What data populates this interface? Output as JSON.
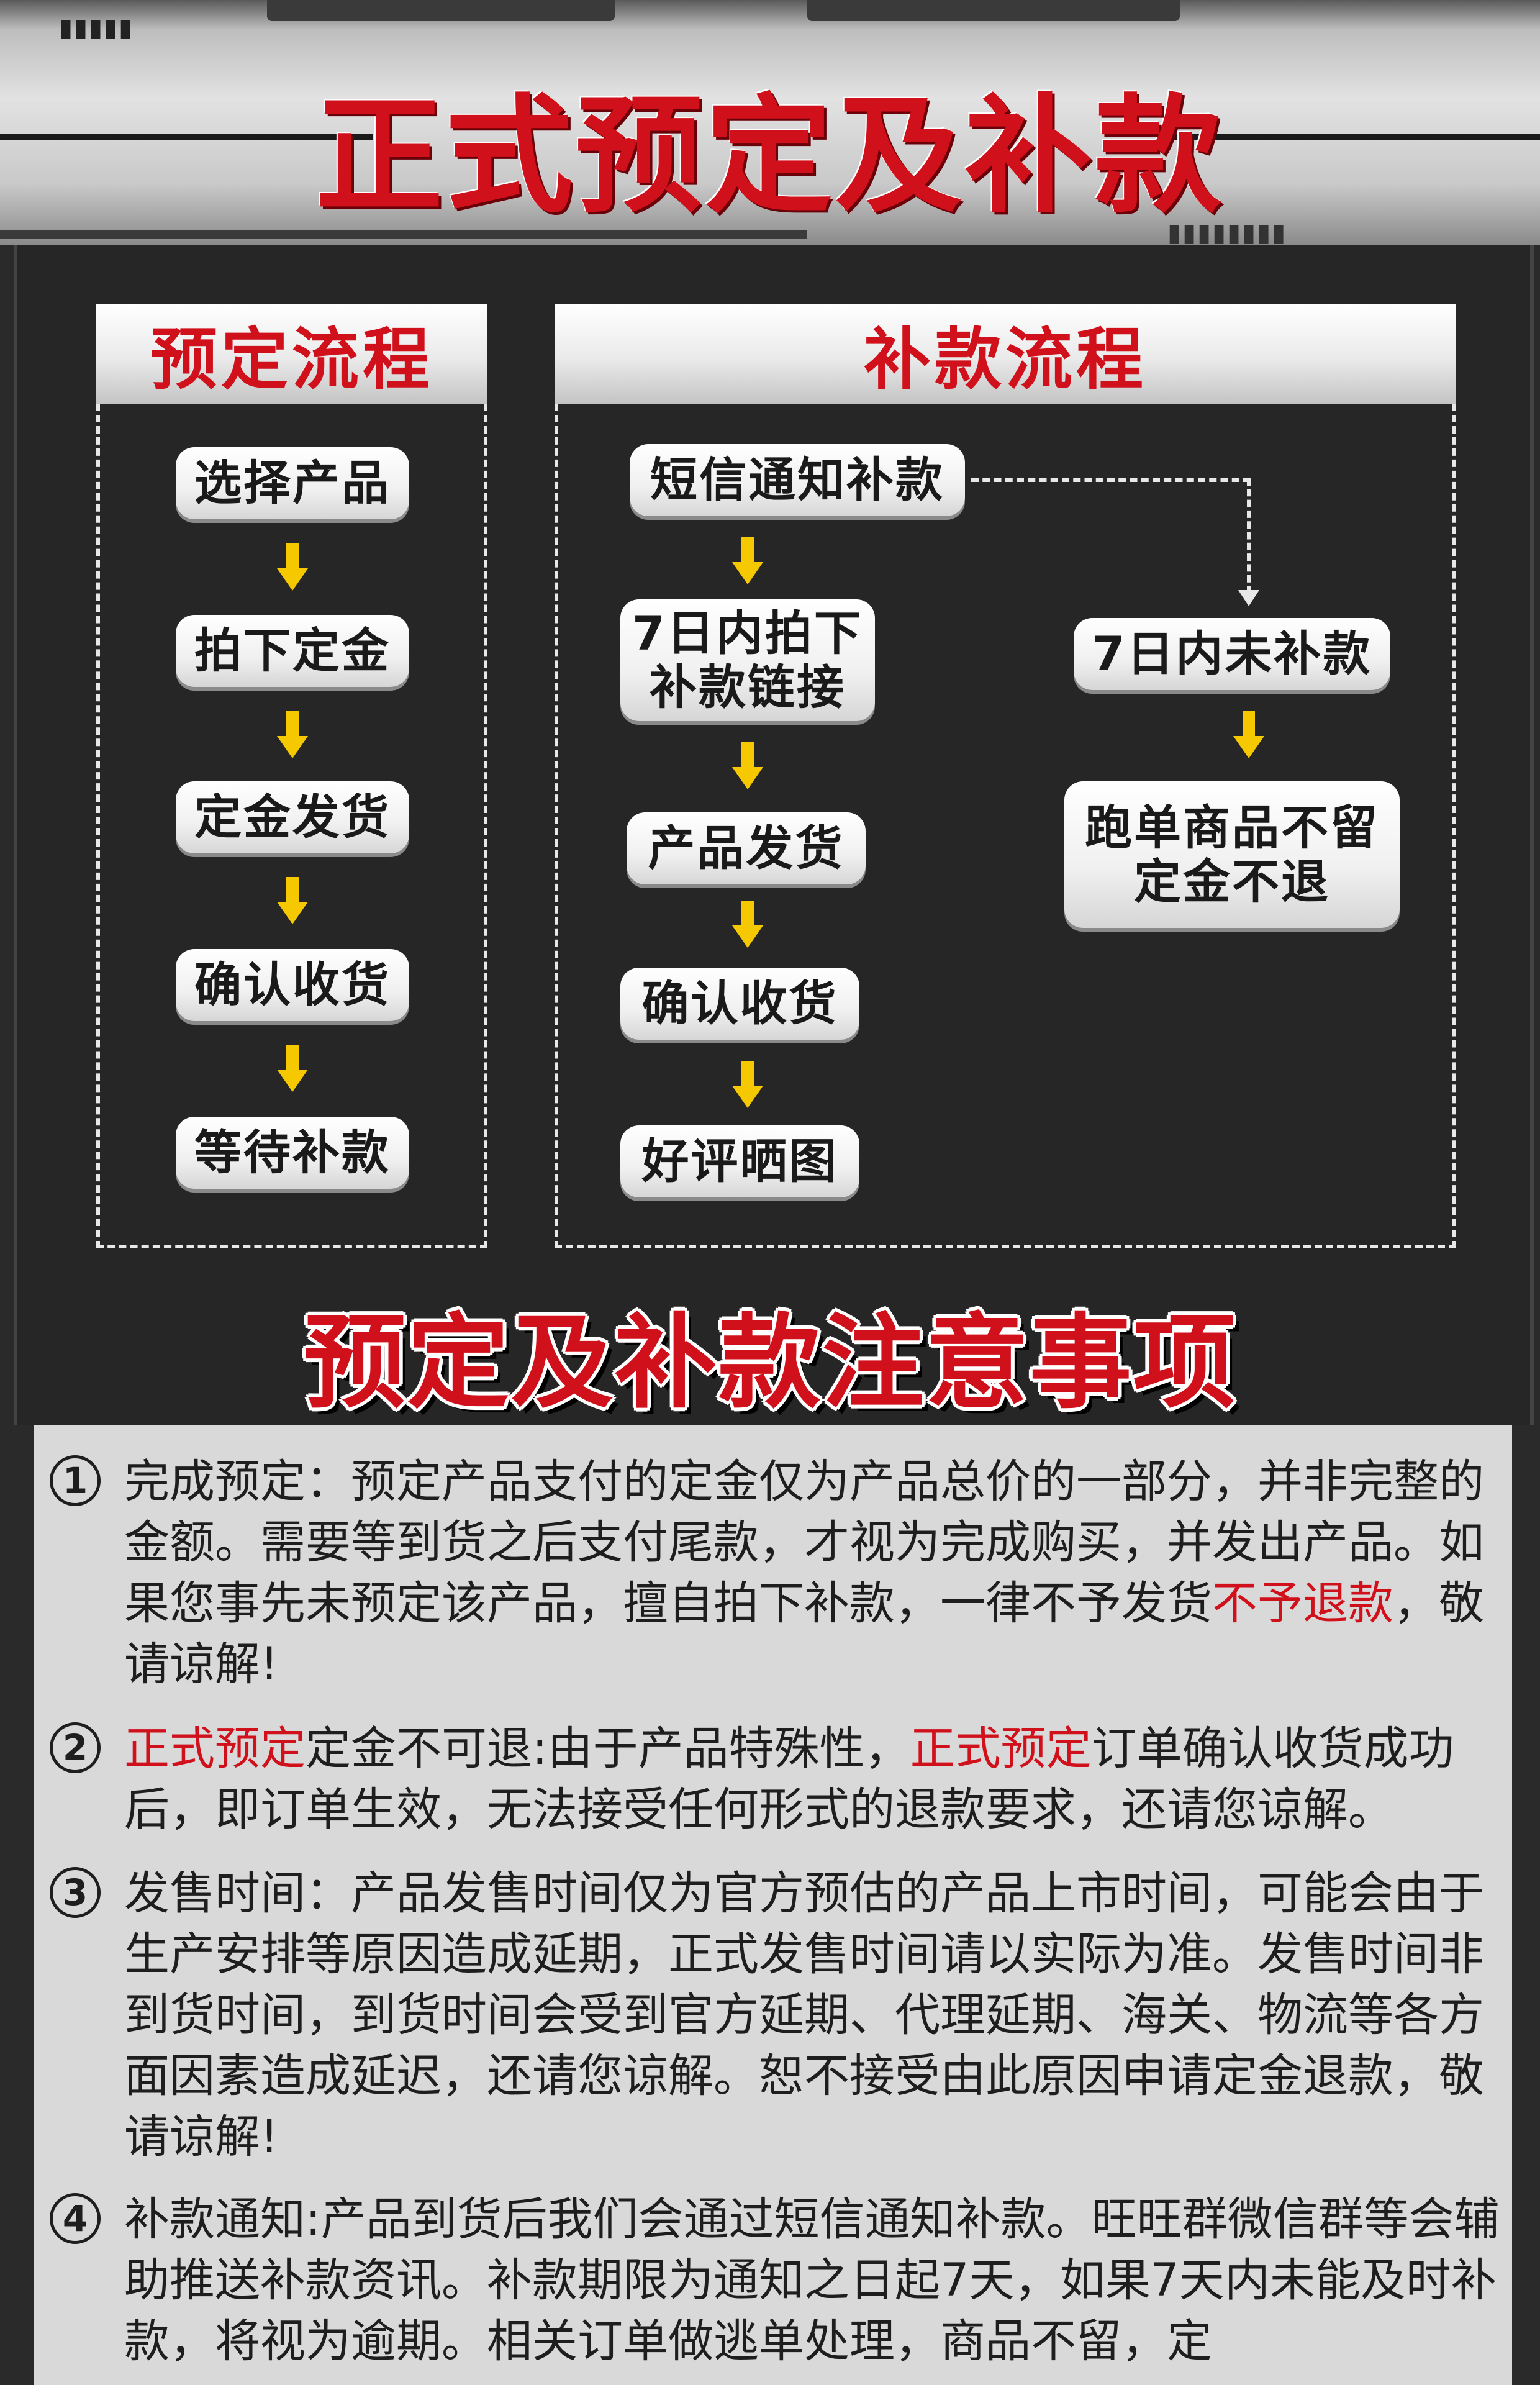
{
  "header": {
    "title": "正式预定及补款"
  },
  "deposit_flow": {
    "title": "预定流程",
    "steps": [
      "选择产品",
      "拍下定金",
      "定金发货",
      "确认收货",
      "等待补款"
    ]
  },
  "balance_flow": {
    "title": "补款流程",
    "steps": [
      "短信通知补款",
      "7日内拍下\n补款链接",
      "产品发货",
      "确认收货",
      "好评晒图"
    ],
    "branch": [
      "7日内未补款",
      "跑单商品不留\n定金不退"
    ]
  },
  "notice": {
    "title": "预定及补款注意事项",
    "items": [
      {
        "num": "1",
        "text_a": "完成预定：预定产品支付的定金仅为产品总价的一部分，并非完整的金额。需要等到货之后支付尾款，才视为完成购买，并发出产品。如果您事先未预定该产品，擅自拍下补款，一律不予发货",
        "text_red": "不予退款",
        "text_b": "，敬请谅解!"
      },
      {
        "num": "2",
        "red_a": "正式预定",
        "text_a": "定金不可退:由于产品特殊性，",
        "red_b": "正式预定",
        "text_b": "订单确认收货成功后，即订单生效，无法接受任何形式的退款要求，还请您谅解。"
      },
      {
        "num": "3",
        "text": "发售时间：产品发售时间仅为官方预估的产品上市时间，可能会由于生产安排等原因造成延期，正式发售时间请以实际为准。发售时间非到货时间，到货时间会受到官方延期、代理延期、海关、物流等各方面因素造成延迟，还请您谅解。恕不接受由此原因申请定金退款，敬请谅解!"
      },
      {
        "num": "4",
        "text": "补款通知:产品到货后我们会通过短信通知补款。旺旺群微信群等会辅助推送补款资讯。补款期限为通知之日起7天，如果7天内未能及时补款，将视为逾期。相关订单做逃单处理，商品不留，定"
      }
    ]
  },
  "colors": {
    "accent_red": "#d0101a",
    "arrow_yellow": "#f5c800",
    "panel_dark": "#262626",
    "notice_bg": "#d9d9d9"
  }
}
